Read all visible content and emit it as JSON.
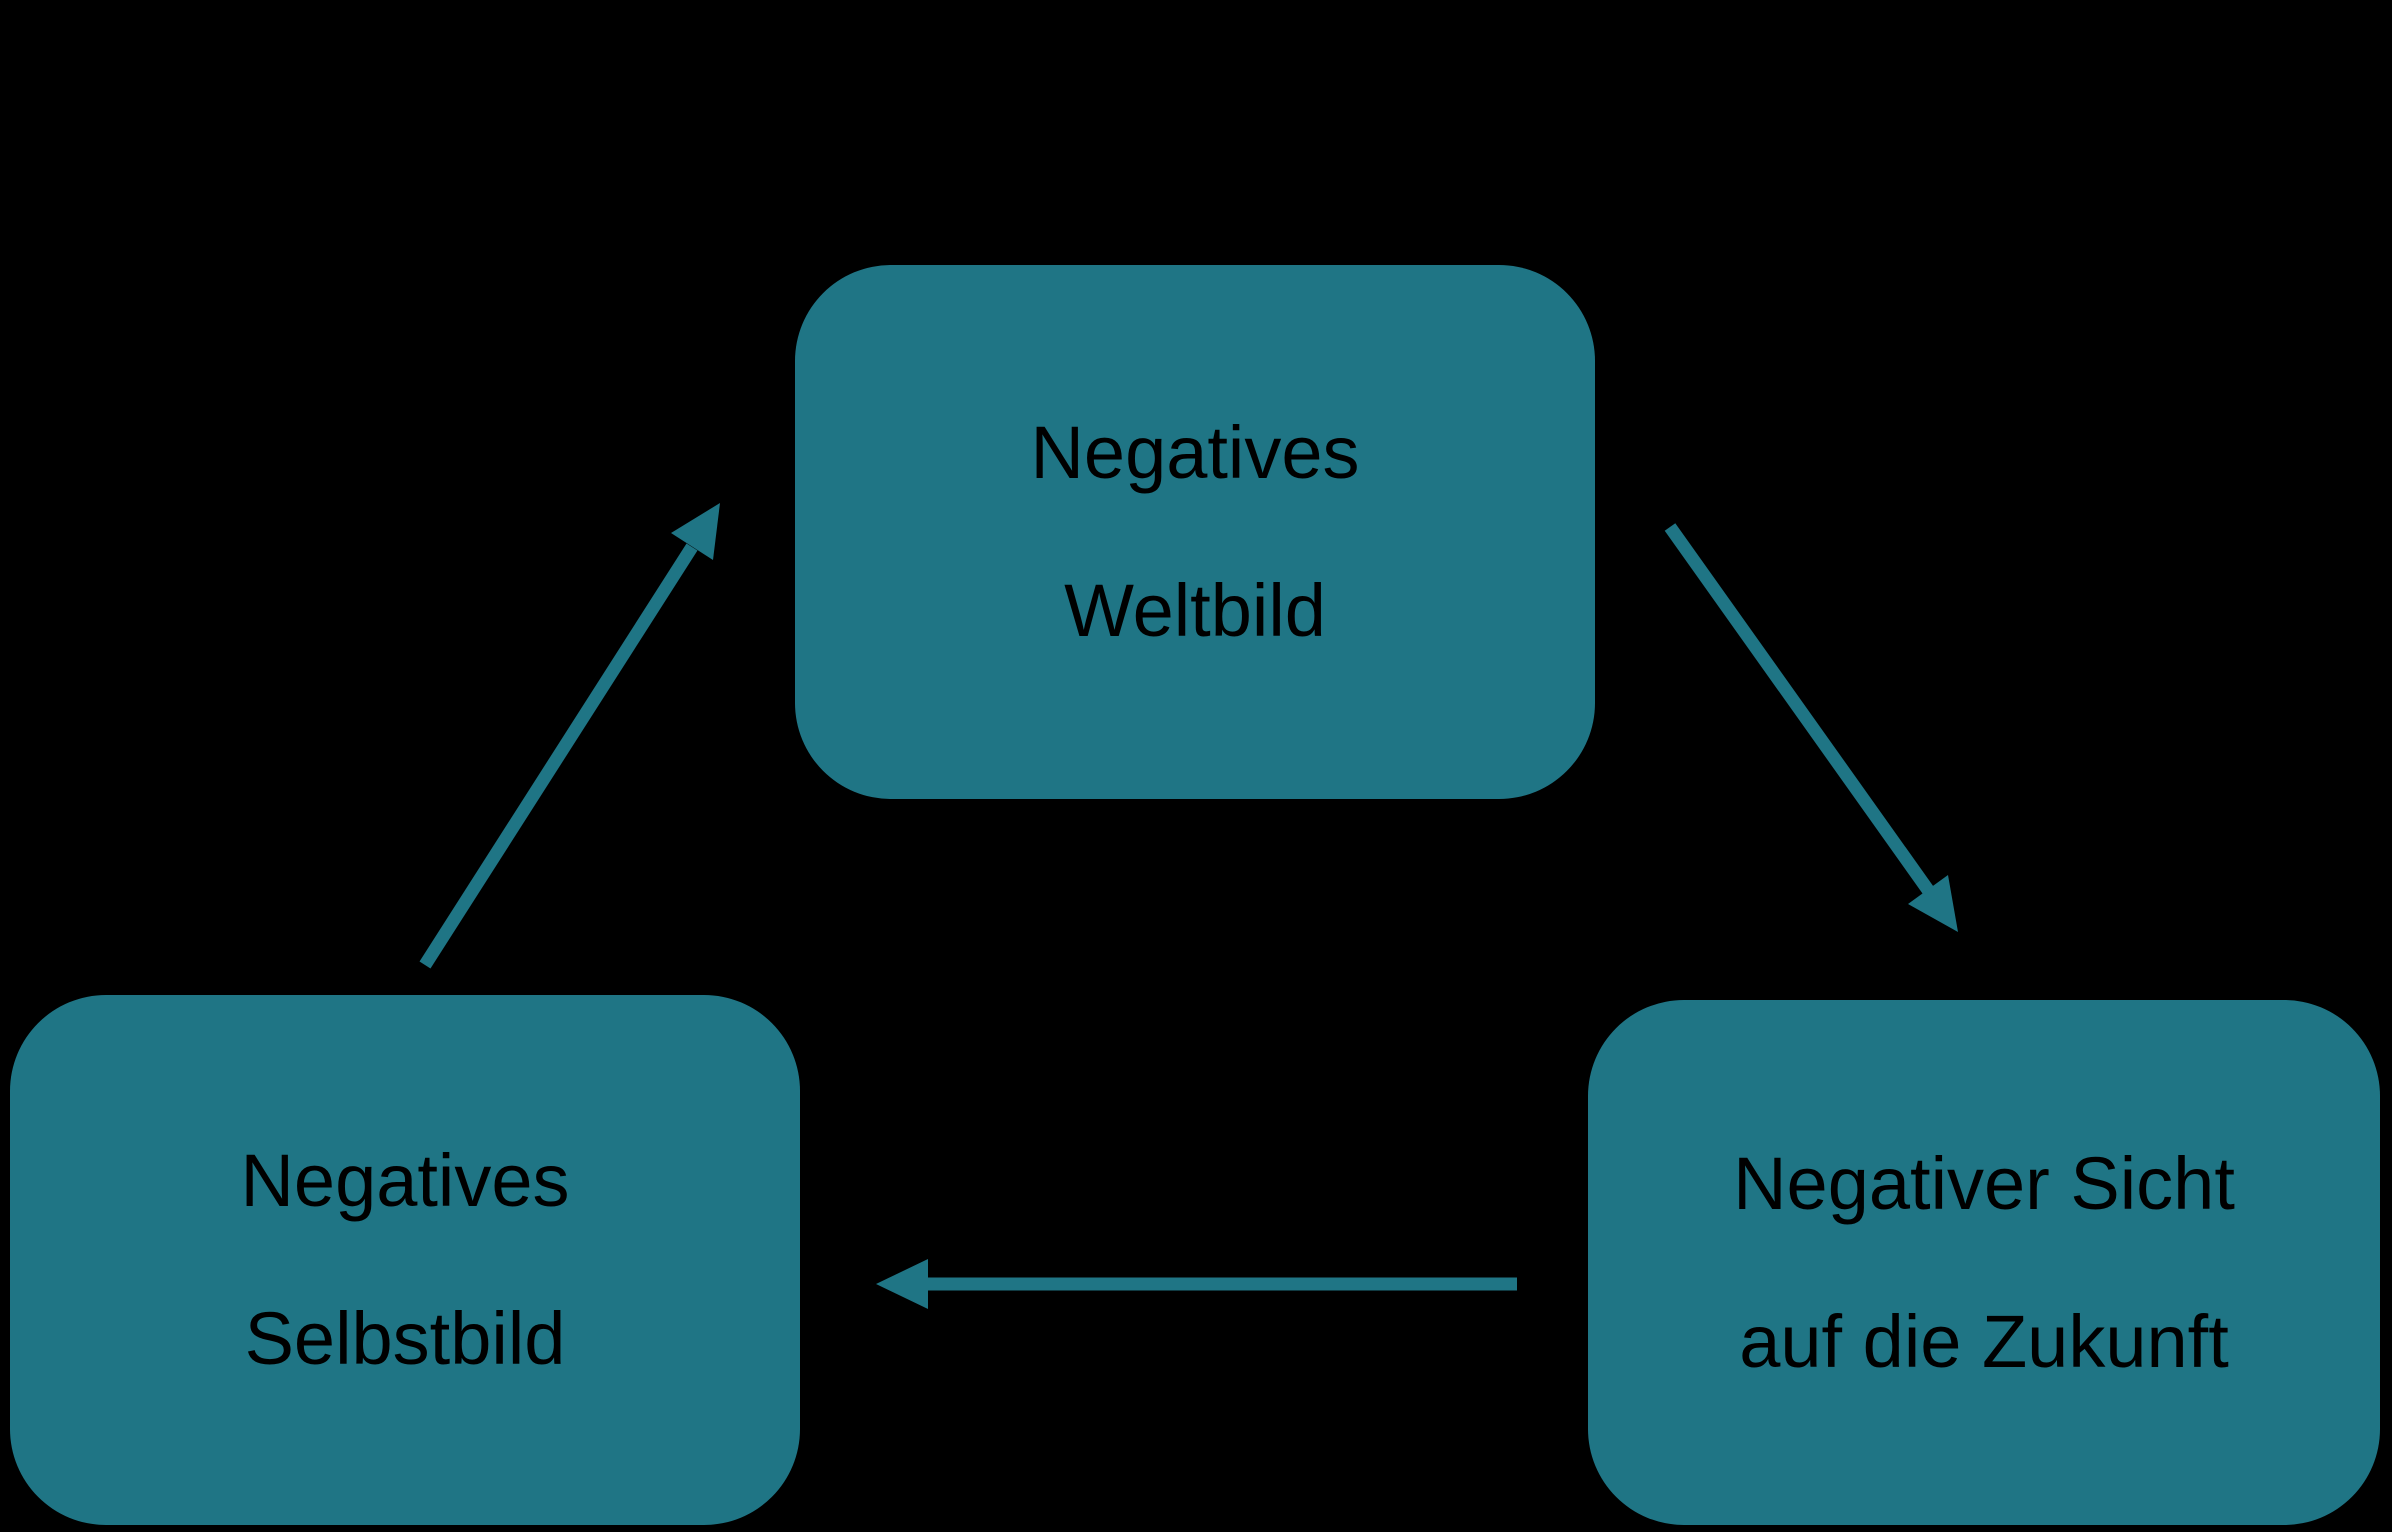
{
  "colors": {
    "background": "#000000",
    "node-fill": "#1F7585",
    "node-text": "#000000",
    "arrow": "#1F7585"
  },
  "nodes": {
    "weltbild": {
      "line1": "Negatives",
      "line2": "Weltbild"
    },
    "selbstbild": {
      "line1": "Negatives",
      "line2": "Selbstbild"
    },
    "zukunft": {
      "line1": "Negativer Sicht",
      "line2": "auf die Zukunft"
    }
  },
  "edges": [
    {
      "from": "selbstbild",
      "to": "weltbild"
    },
    {
      "from": "weltbild",
      "to": "zukunft"
    },
    {
      "from": "zukunft",
      "to": "selbstbild"
    }
  ]
}
